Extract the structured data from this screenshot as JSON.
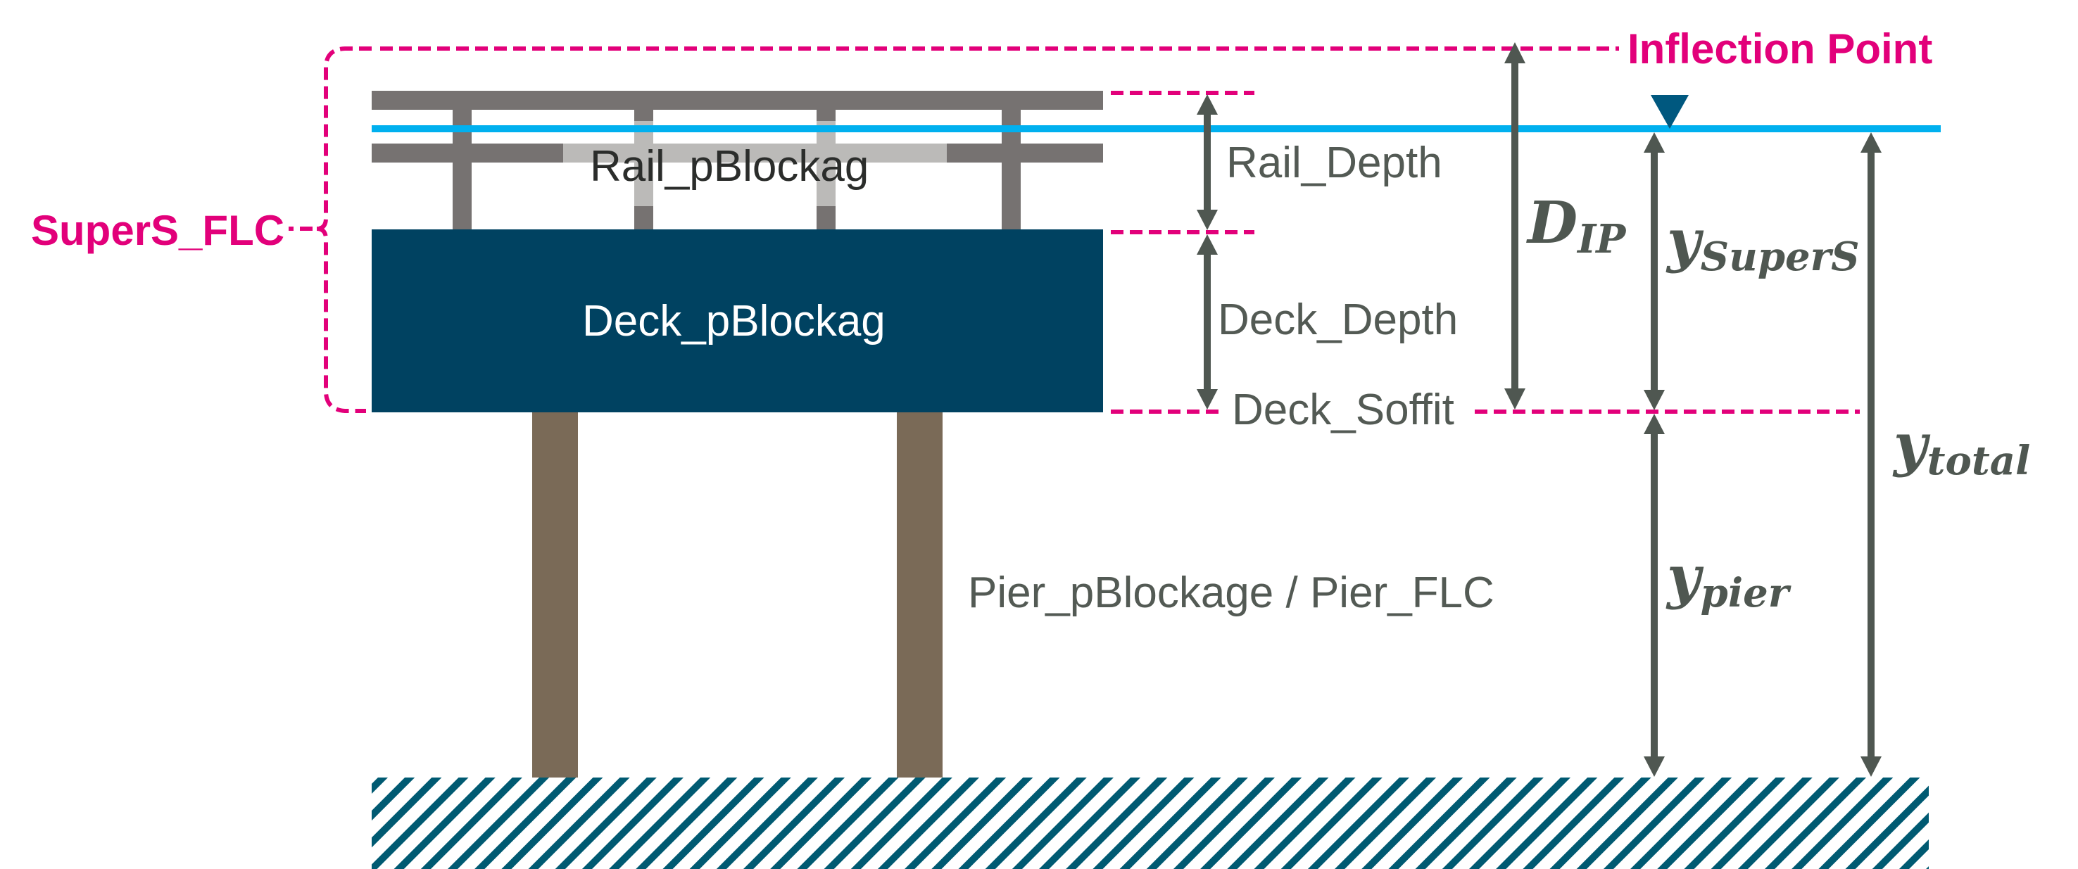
{
  "title": "Bridge superstructure and pier blockage diagram",
  "colors": {
    "rail": "#767271",
    "rail_blockage": "#bbbab8",
    "deck": "#004261",
    "pier": "#7a6a57",
    "water_line": "#00b0ef",
    "inflection_marker": "#00587f",
    "ground_hatch": "#005a72",
    "annotation": "#e2007a",
    "dimension": "#4f5751"
  },
  "labels": {
    "inflection_point": "Inflection Point",
    "superstructure_flc": "SuperS_FLC",
    "rail_blockage": "Rail_pBlockag",
    "deck_blockage": "Deck_pBlockag",
    "rail_depth": "Rail_Depth",
    "deck_depth": "Deck_Depth",
    "deck_soffit": "Deck_Soffit",
    "pier_label": "Pier_pBlockage / Pier_FLC"
  },
  "dimensions": {
    "d_ip": {
      "symbol": "D",
      "subscript": "IP"
    },
    "y_supers": {
      "symbol": "y",
      "subscript": "SuperS"
    },
    "y_pier": {
      "symbol": "y",
      "subscript": "pier"
    },
    "y_total": {
      "symbol": "y",
      "subscript": "total"
    }
  },
  "icons": {
    "inflection_marker": "inverted-triangle-icon",
    "ground": "hatched-ground-icon"
  }
}
